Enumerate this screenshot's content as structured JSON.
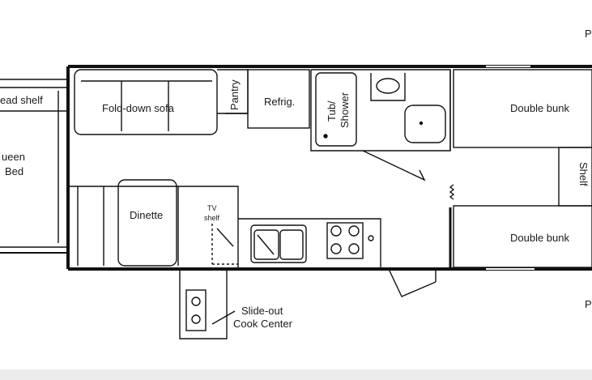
{
  "labels": {
    "head_shelf": "ead shelf",
    "queen_1": "ueen",
    "queen_2": "Bed",
    "fold_down_sofa": "Fold-down sofa",
    "pantry": "Pantry",
    "refrig": "Refrig.",
    "tub_1": "Tub/",
    "tub_2": "Shower",
    "double_bunk_top": "Double bunk",
    "double_bunk_bottom": "Double bunk",
    "shelf": "Shelf",
    "dinette": "Dinette",
    "tv_1": "TV",
    "tv_2": "shelf",
    "cook_1": "Slide-out",
    "cook_2": "Cook Center",
    "edge_top": "P",
    "edge_bottom": "P"
  }
}
